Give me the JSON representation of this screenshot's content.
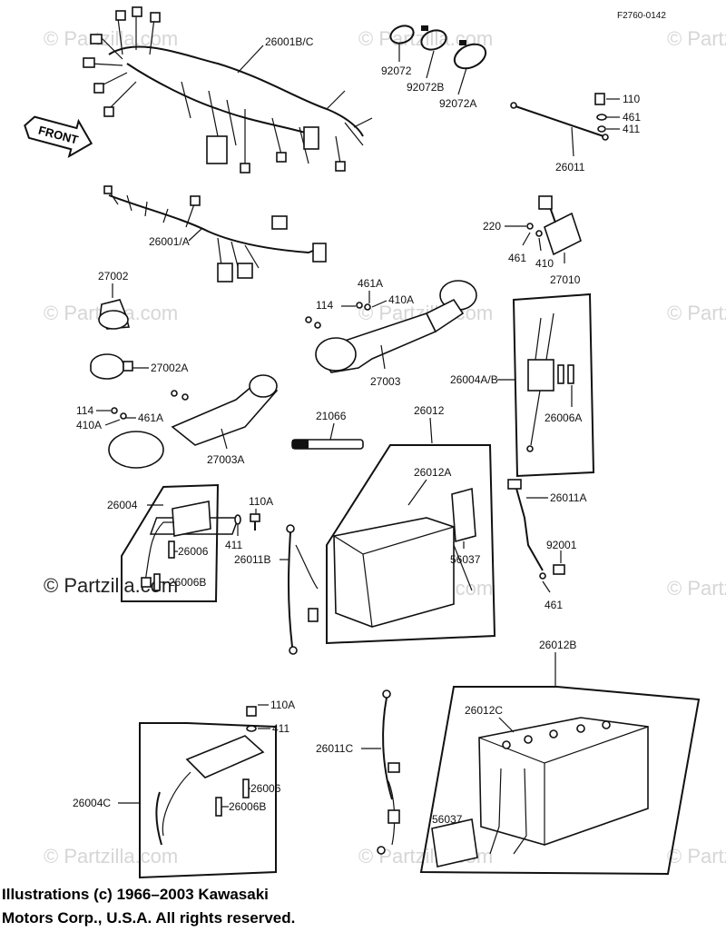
{
  "figure_code": "F2760-0142",
  "front_label": "FRONT",
  "watermark": "© Partzilla.com",
  "copyright_lines": [
    "Illustrations (c) 1966–2003 Kawasaki",
    "Motors Corp., U.S.A.  All rights reserved."
  ],
  "callouts": {
    "c26001bc": "26001B/C",
    "c92072": "92072",
    "c92072b": "92072B",
    "c92072a": "92072A",
    "c110": "110",
    "c461": "461",
    "c411": "411",
    "c26011": "26011",
    "c26001a": "26001/A",
    "c220": "220",
    "c461b": "461",
    "c410": "410",
    "c27010": "27010",
    "c27002": "27002",
    "c461a_top": "461A",
    "c114_top": "114",
    "c410a_top": "410A",
    "c27003": "27003",
    "c26004ab": "26004A/B",
    "c27002a": "27002A",
    "c114_left": "114",
    "c461a_left": "461A",
    "c410a_left": "410A",
    "c27003a": "27003A",
    "c21066": "21066",
    "c26012": "26012",
    "c26006a": "26006A",
    "c26012a": "26012A",
    "c26004": "26004",
    "c110a": "110A",
    "c26006": "26006",
    "c411b": "411",
    "c26011b": "26011B",
    "c26006b": "26006B",
    "c56037": "56037",
    "c26011a": "26011A",
    "c92001": "92001",
    "c461c": "461",
    "c26012b": "26012B",
    "c110a_low": "110A",
    "c411_low": "411",
    "c26012c": "26012C",
    "c26011c": "26011C",
    "c26006_low": "26006",
    "c26004c": "26004C",
    "c26006b_low": "26006B",
    "c56037_low": "56037"
  }
}
